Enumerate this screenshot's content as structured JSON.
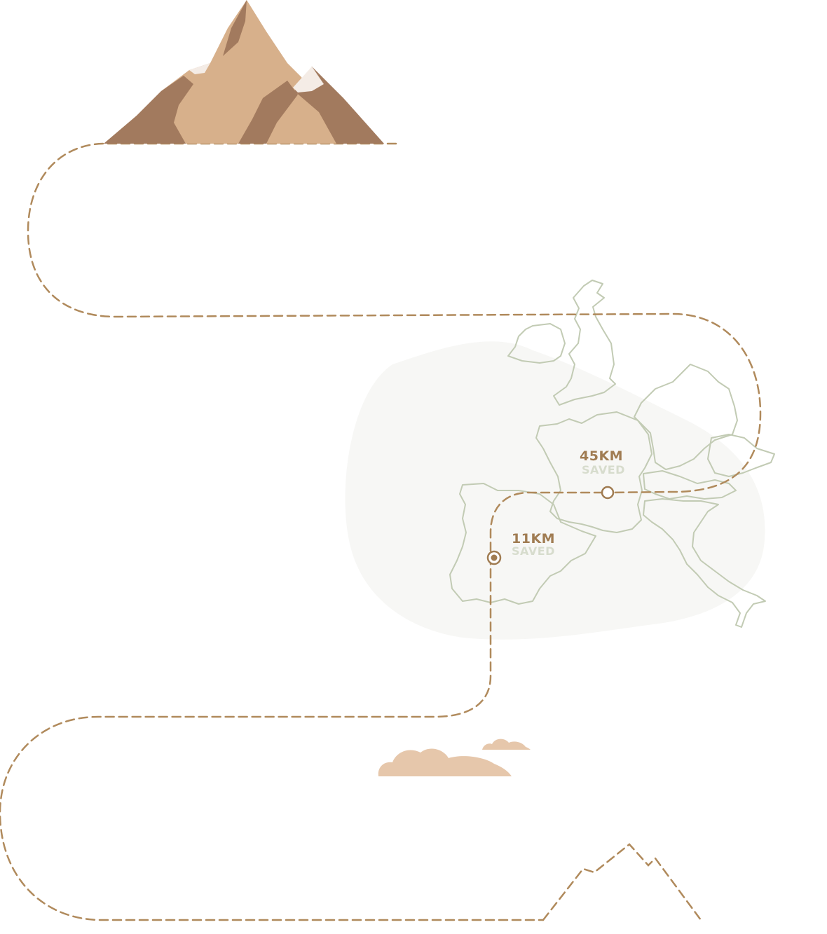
{
  "colors": {
    "path": "#b08a5c",
    "map_outline": "#c2cbb4",
    "km_text": "#a07c52",
    "saved_text": "#d7dccd",
    "mountain_light": "#d7b08b",
    "mountain_dark": "#a27a5e",
    "snow": "#f4ece6",
    "cloud": "#e6c7ab",
    "marker": "#a07c52"
  },
  "markers": [
    {
      "distance": "45KM",
      "status": "SAVED",
      "icon": "circle-marker-icon"
    },
    {
      "distance": "11KM",
      "status": "SAVED",
      "icon": "target-marker-icon"
    }
  ],
  "illustrations": {
    "mountain": "mountain-icon",
    "map": "europe-map-icon",
    "clouds": "cloud-icon"
  }
}
